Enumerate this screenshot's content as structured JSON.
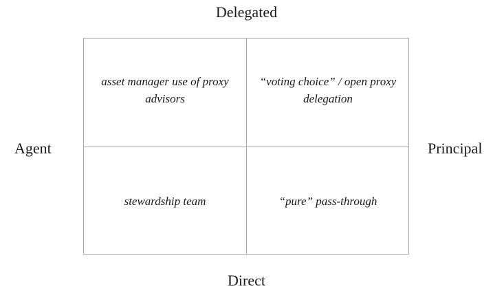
{
  "axes": {
    "top": "Delegated",
    "bottom": "Direct",
    "left": "Agent",
    "right": "Principal"
  },
  "quadrants": {
    "top_left": "asset manager use of proxy advisors",
    "top_right": "“voting choice” / open proxy delegation",
    "bottom_left": "stewardship team",
    "bottom_right": "“pure” pass-through"
  }
}
